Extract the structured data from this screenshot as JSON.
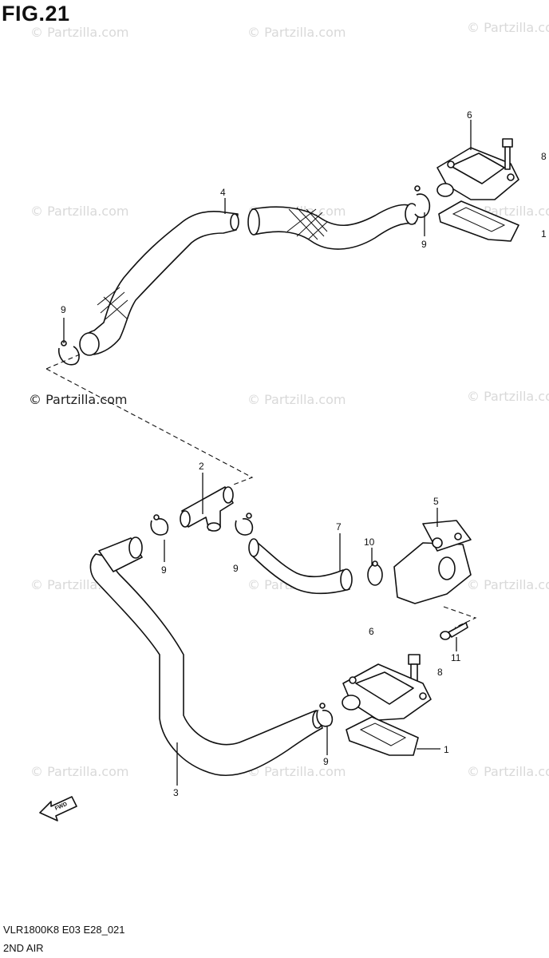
{
  "figure": {
    "title": "FIG.21",
    "footer_code": "VLR1800K8 E03 E28_021",
    "footer_name": "2ND AIR"
  },
  "watermark": {
    "text": "© Partzilla.com",
    "color": "#d9d9d9"
  },
  "callouts": [
    {
      "id": "c1",
      "label": "1"
    },
    {
      "id": "c2",
      "label": "2"
    },
    {
      "id": "c3",
      "label": "3"
    },
    {
      "id": "c4",
      "label": "4"
    },
    {
      "id": "c5",
      "label": "5"
    },
    {
      "id": "c6",
      "label": "6"
    },
    {
      "id": "c7",
      "label": "7"
    },
    {
      "id": "c8",
      "label": "8"
    },
    {
      "id": "c9",
      "label": "9"
    },
    {
      "id": "c10",
      "label": "10"
    },
    {
      "id": "c11",
      "label": "11"
    }
  ],
  "front_arrow": "FWD"
}
